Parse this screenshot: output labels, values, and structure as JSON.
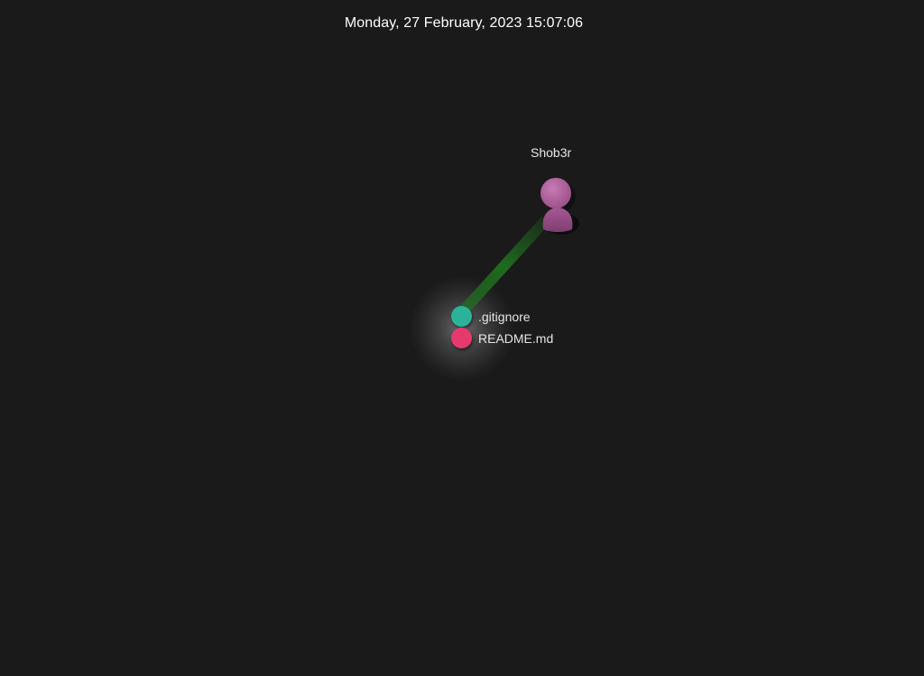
{
  "header": {
    "date_label": "Monday, 27 February, 2023 15:07:06"
  },
  "user": {
    "name": "Shob3r",
    "icon": "person-icon",
    "color": "#b0629c"
  },
  "files": [
    {
      "name": ".gitignore",
      "color": "#2bb39a"
    },
    {
      "name": "README.md",
      "color": "#e63a6e"
    }
  ],
  "beam_color": "#1f7a1f",
  "background_color": "#1a1a1a"
}
